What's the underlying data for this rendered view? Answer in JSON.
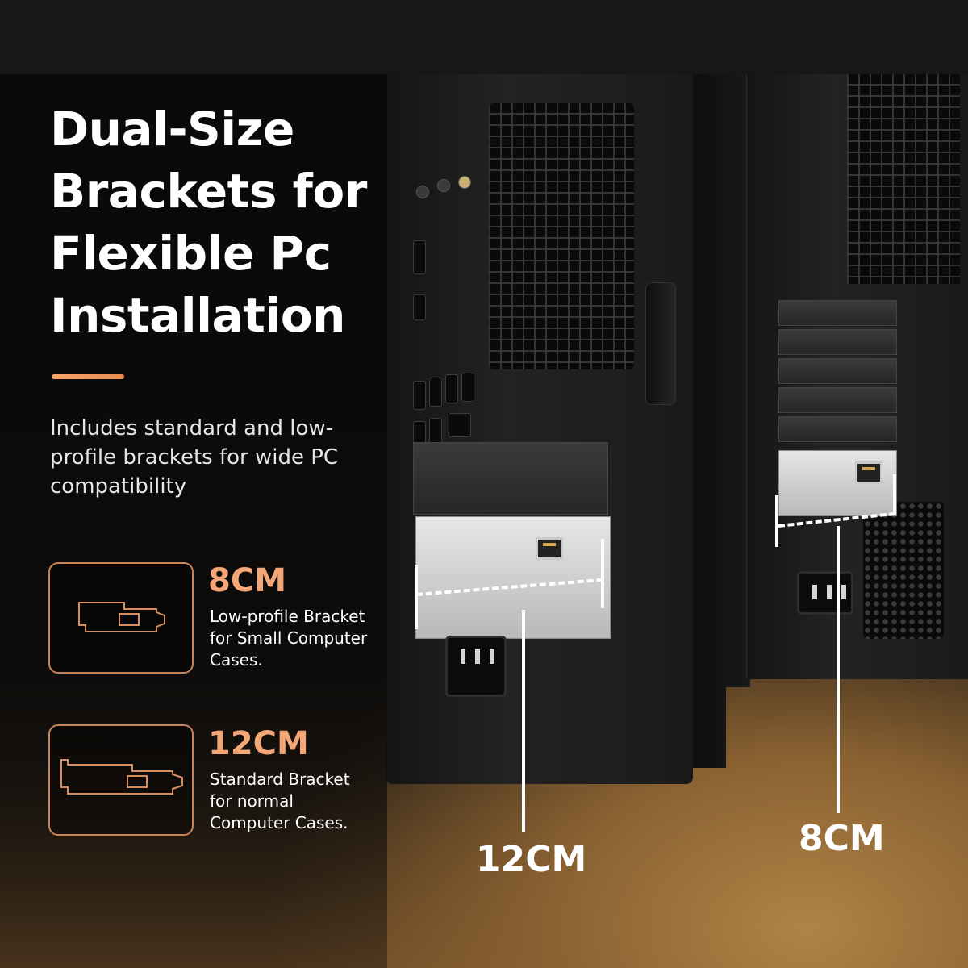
{
  "headline": "Dual-Size Brackets for Flexible Pc Installation",
  "description": "Includes standard and low-profile brackets for wide PC compatibility",
  "features": [
    {
      "title": "8CM",
      "text": "Low-profile Bracket for Small Computer Cases.",
      "icon": "low-profile-bracket-icon"
    },
    {
      "title": "12CM",
      "text": "Standard Bracket for normal Computer Cases.",
      "icon": "standard-bracket-icon"
    }
  ],
  "measurements": {
    "left_tower": "12CM",
    "right_tower": "8CM"
  },
  "colors": {
    "accent": "#f4a777",
    "box_border": "#c98358",
    "background": "#0b0b0b",
    "floor": "#b08446"
  }
}
